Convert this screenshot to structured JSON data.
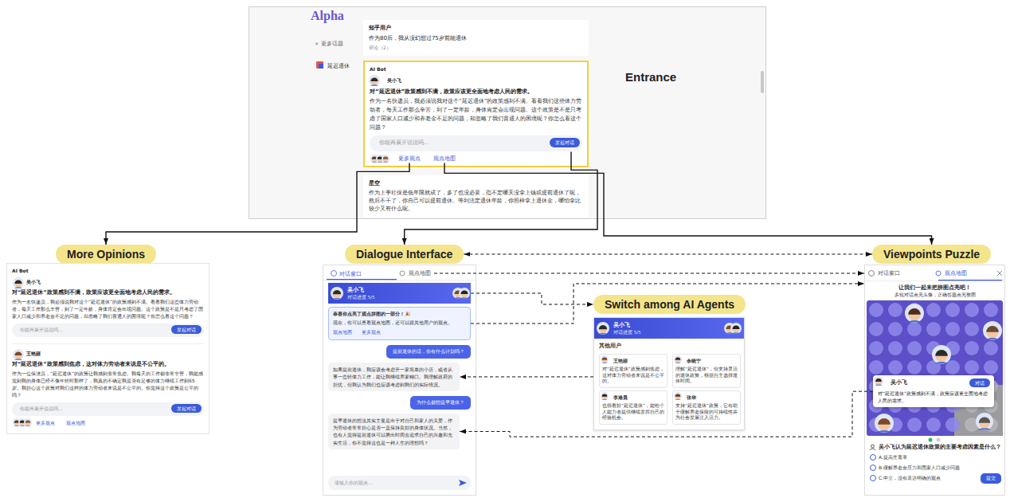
{
  "diagram": {
    "nodes": [
      {
        "text": [
          "Entrance"
        ]
      },
      {
        "text": [
          "Alpha"
        ]
      },
      {
        "text": [
          "知乎用户",
          "作为80后，我从没幻想过75岁前能退休",
          "评论（2）"
        ],
        "in": 1
      },
      {
        "text": [
          "AI Bot",
          "吴小飞",
          "对“延迟退休”政策感到不满，政策应该更全面地考虑人民的需求。",
          "作为一名快递员，我必须说我对这个“延迟退休”的政策感到不满。看看我们这些体力劳动者，每天工作那么辛苦，到了一定年龄，身体肯定会出现问题。这个政策是不是只考虑了国家人口减少和养老金不足的问题，却忽略了我们普通人的困境呢？你怎么看这个问题？"
        ],
        "in": 1
      },
      {
        "text": [
          "你能再展开说说吗...",
          "发起对话"
        ],
        "in": 3
      },
      {
        "text": [
          "更多观点"
        ],
        "in": 3
      },
      {
        "text": [
          "观点地图"
        ],
        "in": 3
      },
      {
        "text": [
          "星空",
          "作为上季社保是低年限就成了，多了也没必要，指不定哪天没拿上钱或提前退休了呢，然后不干了，你自己可以提前退休。等到法定退休年龄，你照样拿上退休金，哪怕拿比较少又有什么呢。"
        ],
        "in": 1
      },
      {
        "text": [
          "More Opinions"
        ]
      },
      {
        "text": [
          "AI Bot"
        ]
      },
      {
        "text": [
          "吴小飞",
          "对“延迟退休”政策感到不满，政策应该更全面地考虑人民的需求。",
          "作为一名快递员，我必须说我对这个“延迟退休”的政策感到不满。看看我们这些体力劳动者，每天工作那么辛苦，到了一定年龄，身体肯定会出现问题。这个政策是不是只考虑了国家人口减少和养老金不足的问题，却忽略了我们普通人的困境呢？你怎么看这个问题？"
        ],
        "in": 9
      },
      {
        "text": [
          "你能再展开说说吗...",
          "发起对话"
        ],
        "in": 10
      },
      {
        "text": [
          "王艳丽",
          "对“延迟退休”政策感到焦虑，这对体力劳动者来说是不公平的。",
          "作为一位保洁员，“延迟退休”的政策让我感到非常焦虑。我每天的工作都非常辛苦，我能感觉到我的身体已经不像年轻时那样了，我真的不确定我是否有足够的体力继续工作到65岁。我担心这个政策对我们这样的体力劳动者来说是不公平的。你觉得这个政策是公平的吗？",
          "更多观点",
          "观点地图"
        ],
        "in": 9
      },
      {
        "text": [
          "你能再展开说说吗...",
          "发起对话"
        ],
        "in": 12
      },
      {
        "text": [
          "Dialogue Interface"
        ]
      },
      {
        "text": [
          "对话窗口"
        ]
      },
      {
        "text": [
          "观点地图"
        ],
        "in": 15
      },
      {
        "text": [
          "吴小飞",
          "对话进度 5/5"
        ],
        "in": 15
      },
      {
        "text": [
          "恭喜你点亮了观点拼图的一部分！🎉",
          "现在，你可以查看观点地图，还可以跟其他用户的观点。",
          "观点地图",
          "更多观点"
        ],
        "in": 15
      },
      {
        "text": [
          "提前退休的话，你有什么计划吗？"
        ],
        "in": 15
      },
      {
        "text": [
          "如果提前退休，我应该会考虑开一家简单的小店，或者从事一些轻体力工作，能让我继续养家糊口。我理解政府的担忧，但我认为我们也应该考虑到我们的实际情况。"
        ],
        "in": 15
      },
      {
        "text": [
          "为什么都想提早退休？"
        ],
        "in": 15
      },
      {
        "text": [
          "提早退休的想法其实主要是出于对自己和家人的关爱，作为劳动者常常担心是否一直保持良好的身体状况。当然，也有人觉得提前退休可以腾出时间去追求自己的兴趣和充实生活，你不觉得这也是一种人生的理想吗？"
        ],
        "in": 15
      },
      {
        "text": [
          "请输入你的观点..."
        ],
        "in": 15
      },
      {
        "text": [
          "Switch among AI Agents"
        ]
      },
      {
        "text": [
          "其他用户"
        ]
      },
      {
        "text": [
          "吴小飞",
          "对话进度 5/5"
        ],
        "in": 25
      },
      {
        "text": [
          "王艳丽",
          "对“延迟退休”政策感到焦虑，这对体力劳动者来说是不公平的。"
        ],
        "in": 25
      },
      {
        "text": [
          "余晓宁",
          "理解“延迟退休”，但支持灵活的退休政策，根据自主选择退休时间。"
        ],
        "in": 25
      },
      {
        "text": [
          "李港晨",
          "也很看好“延迟退休”，能给个人能力者提供继续发挥自己的经验机会。"
        ],
        "in": 25
      },
      {
        "text": [
          "张华",
          "支持“延迟退休”政策，它有助于缓解养老保险的可持续性并为社会发展注入活力。"
        ],
        "in": 25
      },
      {
        "text": [
          "Viewpoints Puzzle"
        ]
      },
      {
        "text": [
          "对话窗口",
          "观点地图",
          "让我们一起来把拼图点亮吧！",
          "多轮对话点亮头像，正确答题点亮整图"
        ]
      },
      {
        "text": [
          "吴小飞",
          "对话",
          "对“延迟退休”政策感到不满，政策应该更全面地考虑人民的需求。"
        ],
        "in": 32
      },
      {
        "text": [
          "吴小飞认为延迟退休政策的主要考虑因素是什么？",
          "A.提高生育率",
          "B.缓解养老金压力和国家人口减少问题",
          "C.中立，没有表达明确的观点",
          "提交"
        ],
        "in": 32
      }
    ],
    "edges": [
      {
        "from": 5,
        "to": 8,
        "arrow": "to"
      },
      {
        "from": 4,
        "to": 14,
        "arrow": "to"
      },
      {
        "from": 6,
        "to": 31,
        "arrow": "to"
      },
      {
        "from": 14,
        "to": 31,
        "arrow": "both"
      },
      {
        "from": 16,
        "to": 32,
        "arrow": "to"
      },
      {
        "from": 17,
        "to": 24,
        "arrow": "to"
      },
      {
        "from": 25,
        "to": 20,
        "arrow": "to"
      },
      {
        "from": 18,
        "to": 32,
        "arrow": "to"
      },
      {
        "from": 33,
        "to": 22,
        "arrow": "to"
      }
    ],
    "labels": [
      "+ 更多话题",
      "延迟退休"
    ]
  }
}
